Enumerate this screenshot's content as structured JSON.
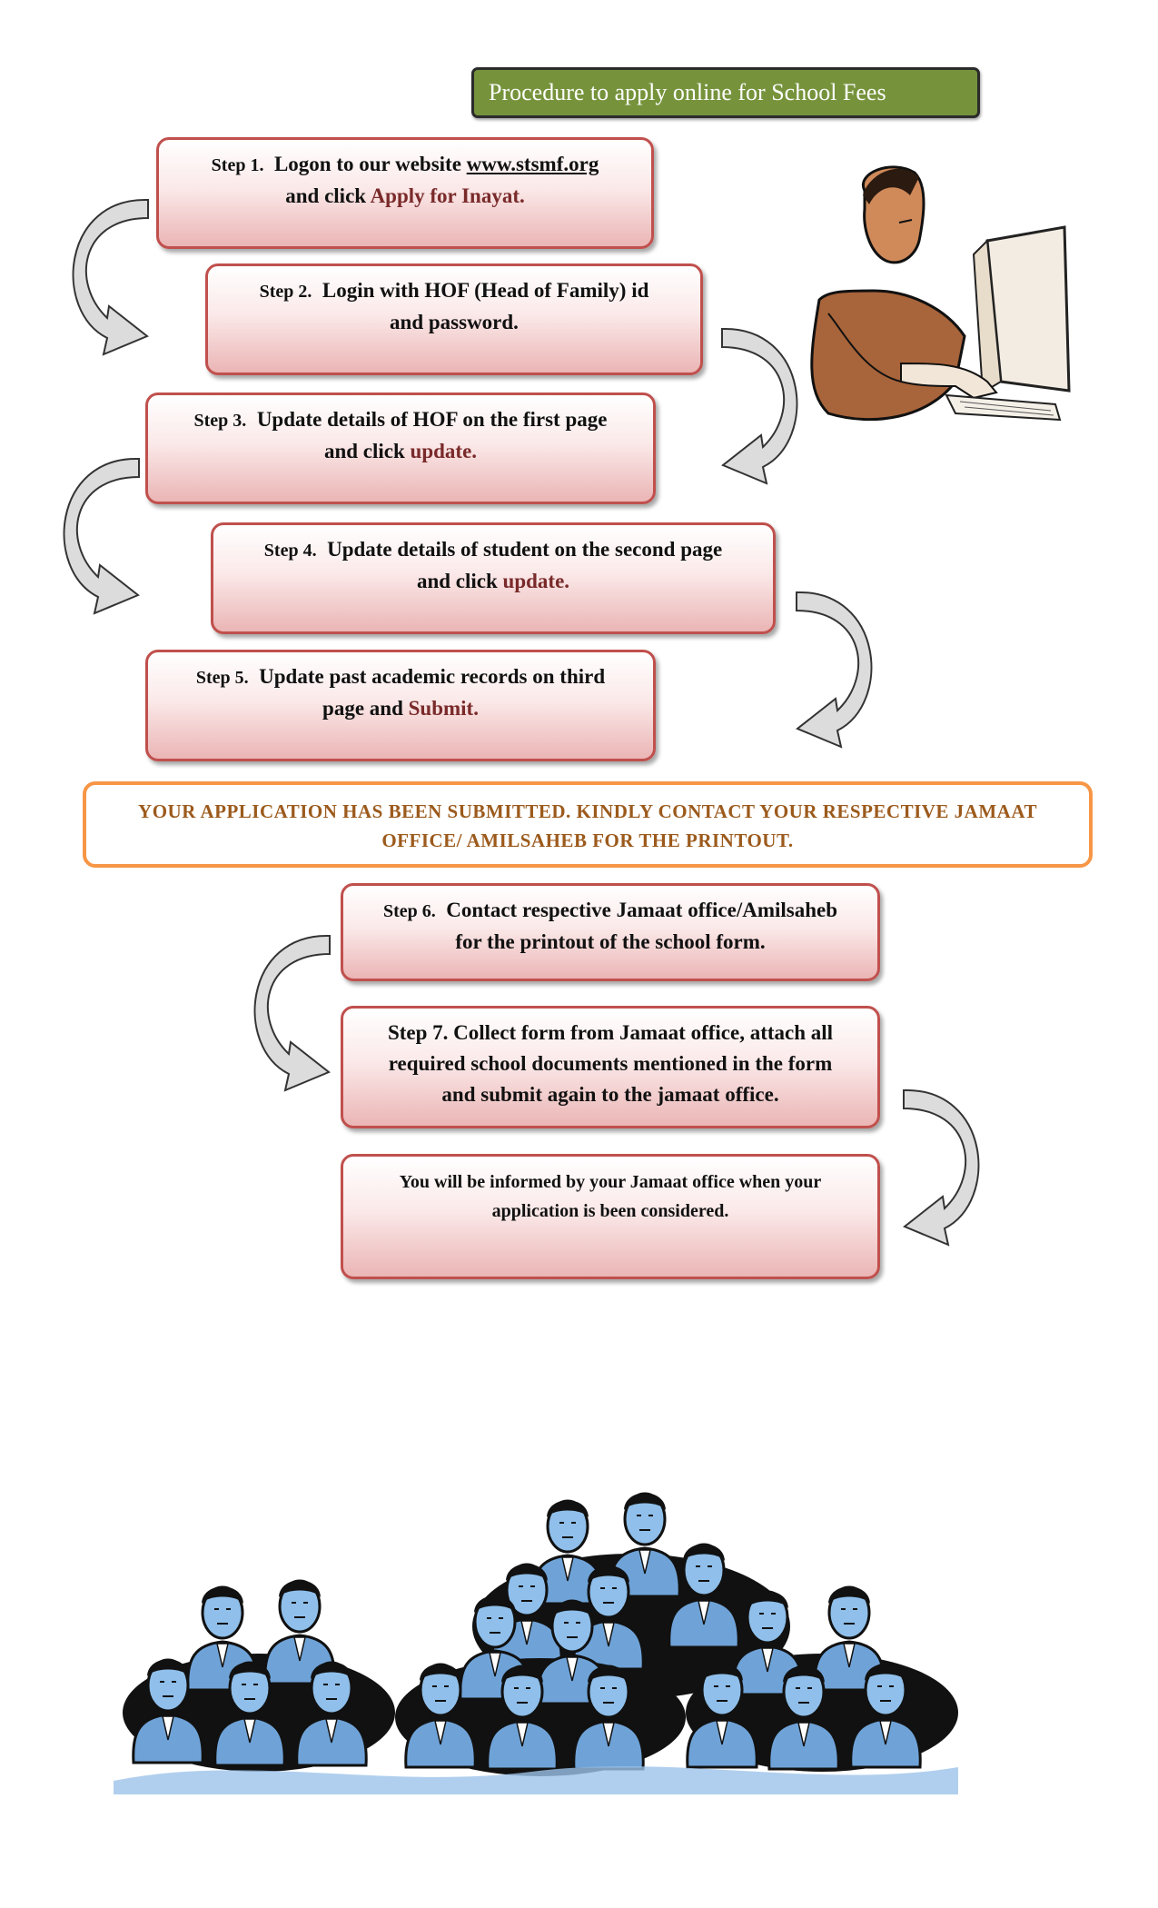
{
  "title": "Procedure to apply online for School Fees",
  "steps": [
    {
      "label": "Step 1.",
      "line1_text": "Logon to our website",
      "line1_link": "www.stsmf.org",
      "line2_text": "and click",
      "line2_hl": "Apply for Inayat."
    },
    {
      "label": "Step 2.",
      "line1_text": "Login with HOF (Head of Family) id",
      "line2_text": "and password."
    },
    {
      "label": "Step 3.",
      "line1_text": "Update details of HOF on the first page",
      "line2_text": "and click",
      "line2_hl": "update."
    },
    {
      "label": "Step 4.",
      "line1_text": "Update details of student on the second page",
      "line2_text": "and click",
      "line2_hl": "update."
    },
    {
      "label": "Step 5.",
      "line1_text": "Update past academic records on third",
      "line2_text": "page and",
      "line2_hl": "Submit."
    },
    {
      "label": "Step 6.",
      "line1_text": "Contact respective Jamaat office/Amilsaheb",
      "line2_text": "for the printout of the school form."
    },
    {
      "label": "Step 7.",
      "line1_text": "Collect form from Jamaat office, attach all",
      "line2_text": "required school documents mentioned in the form",
      "line3_text": "and submit again to the jamaat office."
    }
  ],
  "notice": {
    "line1": "YOUR APPLICATION HAS BEEN SUBMITTED. KINDLY CONTACT YOUR RESPECTIVE JAMAAT",
    "line2": "OFFICE/ AMILSAHEB FOR THE PRINTOUT."
  },
  "final": {
    "line1": "You will be informed by your Jamaat office when your",
    "line2": "application is been considered."
  },
  "colors": {
    "title_bg": "#76933c",
    "step_border": "#c0504d",
    "highlight_text": "#7a2a2a",
    "notice_border": "#f79646",
    "notice_text": "#9c5a1c",
    "people_blue": "#7fb0e0"
  },
  "illustrations": [
    "man-at-computer-clipart",
    "crowd-of-people-clipart"
  ]
}
